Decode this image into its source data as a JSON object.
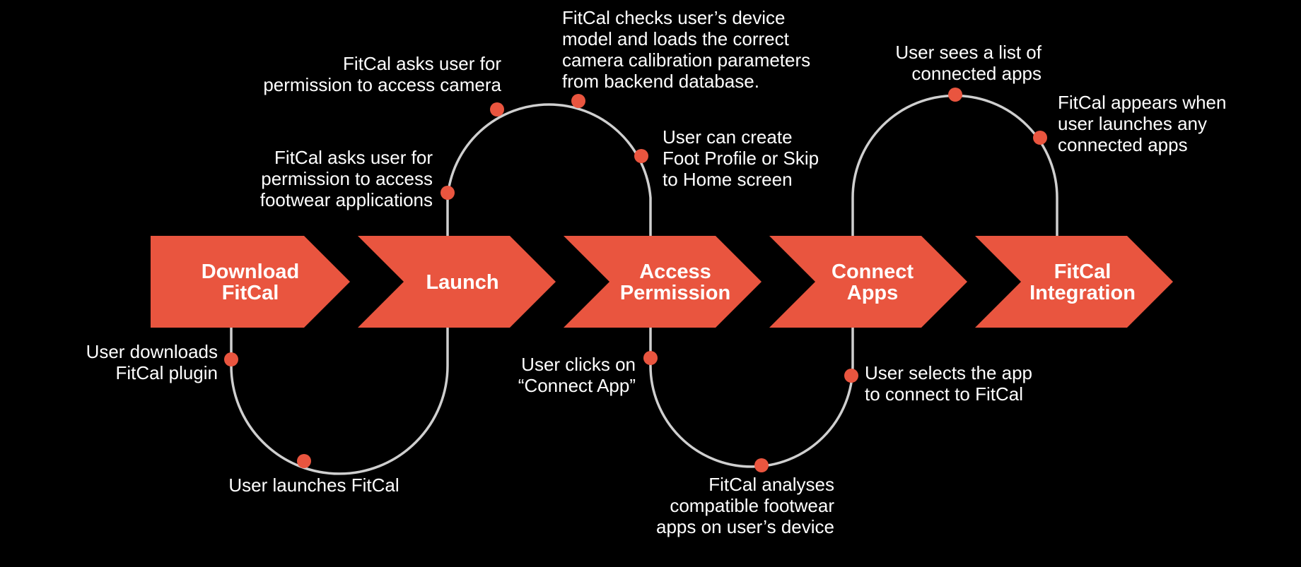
{
  "colors": {
    "background": "#000000",
    "stage_fill": "#E9553F",
    "stage_text": "#FFFFFF",
    "path_stroke": "#CFCFCF",
    "dot": "#E9553F",
    "annotation_text": "#FFFFFF"
  },
  "stages": [
    {
      "id": "download",
      "lines": [
        "Download",
        "FitCal"
      ]
    },
    {
      "id": "launch",
      "lines": [
        "Launch"
      ]
    },
    {
      "id": "access-permission",
      "lines": [
        "Access",
        "Permission"
      ]
    },
    {
      "id": "connect-apps",
      "lines": [
        "Connect",
        "Apps"
      ]
    },
    {
      "id": "fitcal-integration",
      "lines": [
        "FitCal",
        "Integration"
      ]
    }
  ],
  "steps": [
    {
      "id": "user-downloads",
      "lines": [
        "User downloads",
        "FitCal plugin"
      ]
    },
    {
      "id": "user-launches",
      "lines": [
        "User launches FitCal"
      ]
    },
    {
      "id": "footwear-permission",
      "lines": [
        "FitCal asks user for",
        "permission to access",
        "footwear applications"
      ]
    },
    {
      "id": "camera-permission",
      "lines": [
        "FitCal asks user for",
        "permission to access camera"
      ]
    },
    {
      "id": "device-check",
      "lines": [
        "FitCal checks user’s device",
        "model and loads the correct",
        "camera calibration parameters",
        "from backend database."
      ]
    },
    {
      "id": "foot-profile",
      "lines": [
        "User can create",
        "Foot Profile or Skip",
        "to Home screen"
      ]
    },
    {
      "id": "connect-app-click",
      "lines": [
        "User clicks on",
        "“Connect App”"
      ]
    },
    {
      "id": "analyse-apps",
      "lines": [
        "FitCal analyses",
        "compatible footwear",
        "apps on user’s device"
      ]
    },
    {
      "id": "select-app",
      "lines": [
        "User selects the app",
        "to connect to FitCal"
      ]
    },
    {
      "id": "list-apps",
      "lines": [
        "User sees a list of",
        "connected apps"
      ]
    },
    {
      "id": "appears-on-launch",
      "lines": [
        "FitCal appears when",
        "user launches any",
        "connected apps"
      ]
    }
  ]
}
